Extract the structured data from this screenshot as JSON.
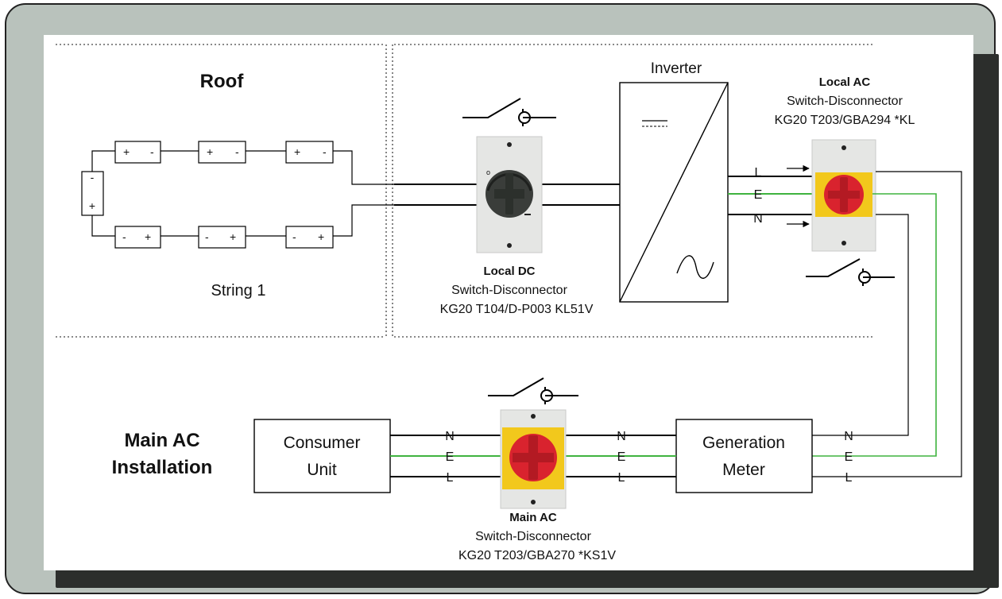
{
  "roof": {
    "title": "Roof",
    "string_label": "String 1"
  },
  "panel_signs": {
    "plus": "+",
    "minus": "-"
  },
  "inverter": {
    "title": "Inverter"
  },
  "local_dc": {
    "title": "Local DC",
    "subtitle": "Switch-Disconnector",
    "model": "KG20 T104/D-P003 KL51V"
  },
  "local_ac": {
    "title": "Local AC",
    "subtitle": "Switch-Disconnector",
    "model": "KG20 T203/GBA294 *KL"
  },
  "main_ac": {
    "title": "Main AC",
    "subtitle": "Switch-Disconnector",
    "model": "KG20 T203/GBA270 *KS1V"
  },
  "installation": {
    "line1": "Main AC",
    "line2": "Installation"
  },
  "consumer_unit": {
    "line1": "Consumer",
    "line2": "Unit"
  },
  "generation_meter": {
    "line1": "Generation",
    "line2": "Meter"
  },
  "conductors": {
    "live": "L",
    "earth": "E",
    "neutral": "N"
  },
  "colors": {
    "earth_wire": "#3fb33f",
    "ac_handle": "#d9232e",
    "ac_base": "#f2c81c",
    "dc_handle": "#2c302c",
    "frame_bg": "#b9c2bc"
  }
}
